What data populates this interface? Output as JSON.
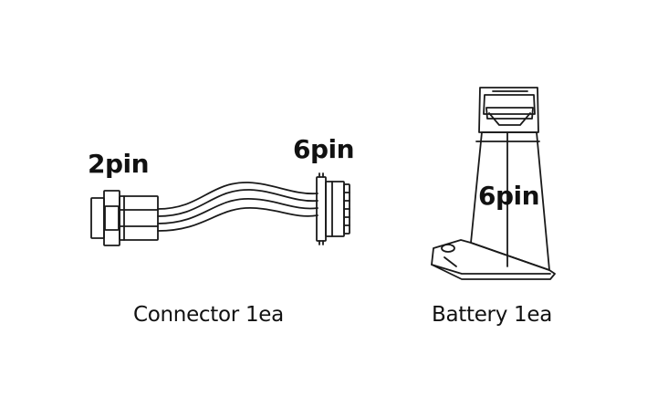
{
  "connector": {
    "left_label": "2pin",
    "right_label": "6pin",
    "caption": "Connector 1ea"
  },
  "battery": {
    "label": "6pin",
    "caption": "Battery 1ea"
  },
  "colors": {
    "line": "#1a1a1a",
    "background": "#ffffff"
  }
}
